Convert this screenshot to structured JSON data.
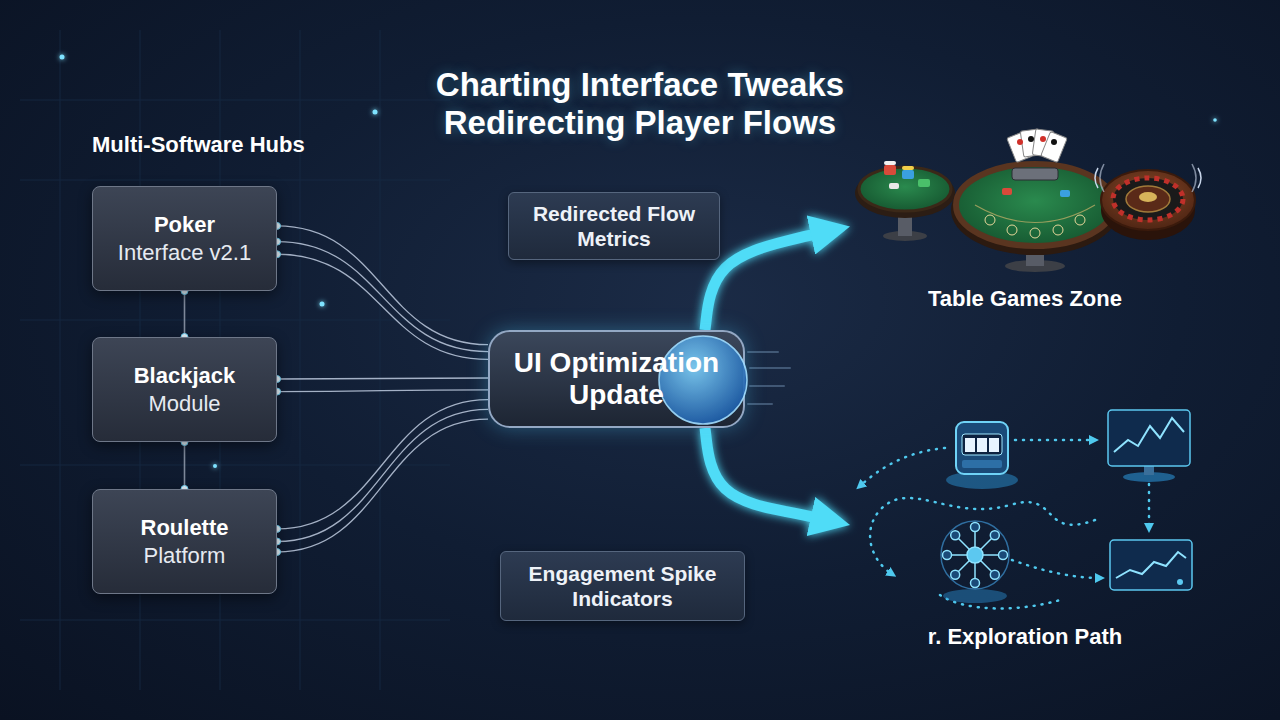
{
  "diagram": {
    "title": "Charting Interface Tweaks Redirecting Player Flows",
    "nodes": [
      {
        "text": [
          "Poker",
          "Interface v2.1"
        ]
      },
      {
        "text": [
          "Blackjack",
          "Module"
        ]
      },
      {
        "text": [
          "Roulette",
          "Platform"
        ]
      },
      {
        "text": [
          "Redirected Flow Metrics"
        ]
      },
      {
        "text": [
          "UI Optimization Update"
        ]
      },
      {
        "text": [
          "Engagement Spike Indicators"
        ]
      },
      {
        "text": [
          "Table Games Zone"
        ]
      },
      {
        "text": [
          "r. Exploration Path"
        ]
      }
    ],
    "edges": [
      {
        "from": 0,
        "to": 1,
        "arrow": "none"
      },
      {
        "from": 1,
        "to": 2,
        "arrow": "none"
      },
      {
        "from": 0,
        "to": 4,
        "arrow": "none"
      },
      {
        "from": 0,
        "to": 4,
        "arrow": "none"
      },
      {
        "from": 0,
        "to": 4,
        "arrow": "none"
      },
      {
        "from": 1,
        "to": 4,
        "arrow": "none"
      },
      {
        "from": 1,
        "to": 4,
        "arrow": "none"
      },
      {
        "from": 2,
        "to": 4,
        "arrow": "none"
      },
      {
        "from": 2,
        "to": 4,
        "arrow": "none"
      },
      {
        "from": 2,
        "to": 4,
        "arrow": "none"
      },
      {
        "from": 4,
        "to": 6,
        "arrow": "to"
      },
      {
        "from": 4,
        "to": 7,
        "arrow": "to"
      }
    ],
    "labels": [
      "Multi-Software Hubs"
    ]
  }
}
